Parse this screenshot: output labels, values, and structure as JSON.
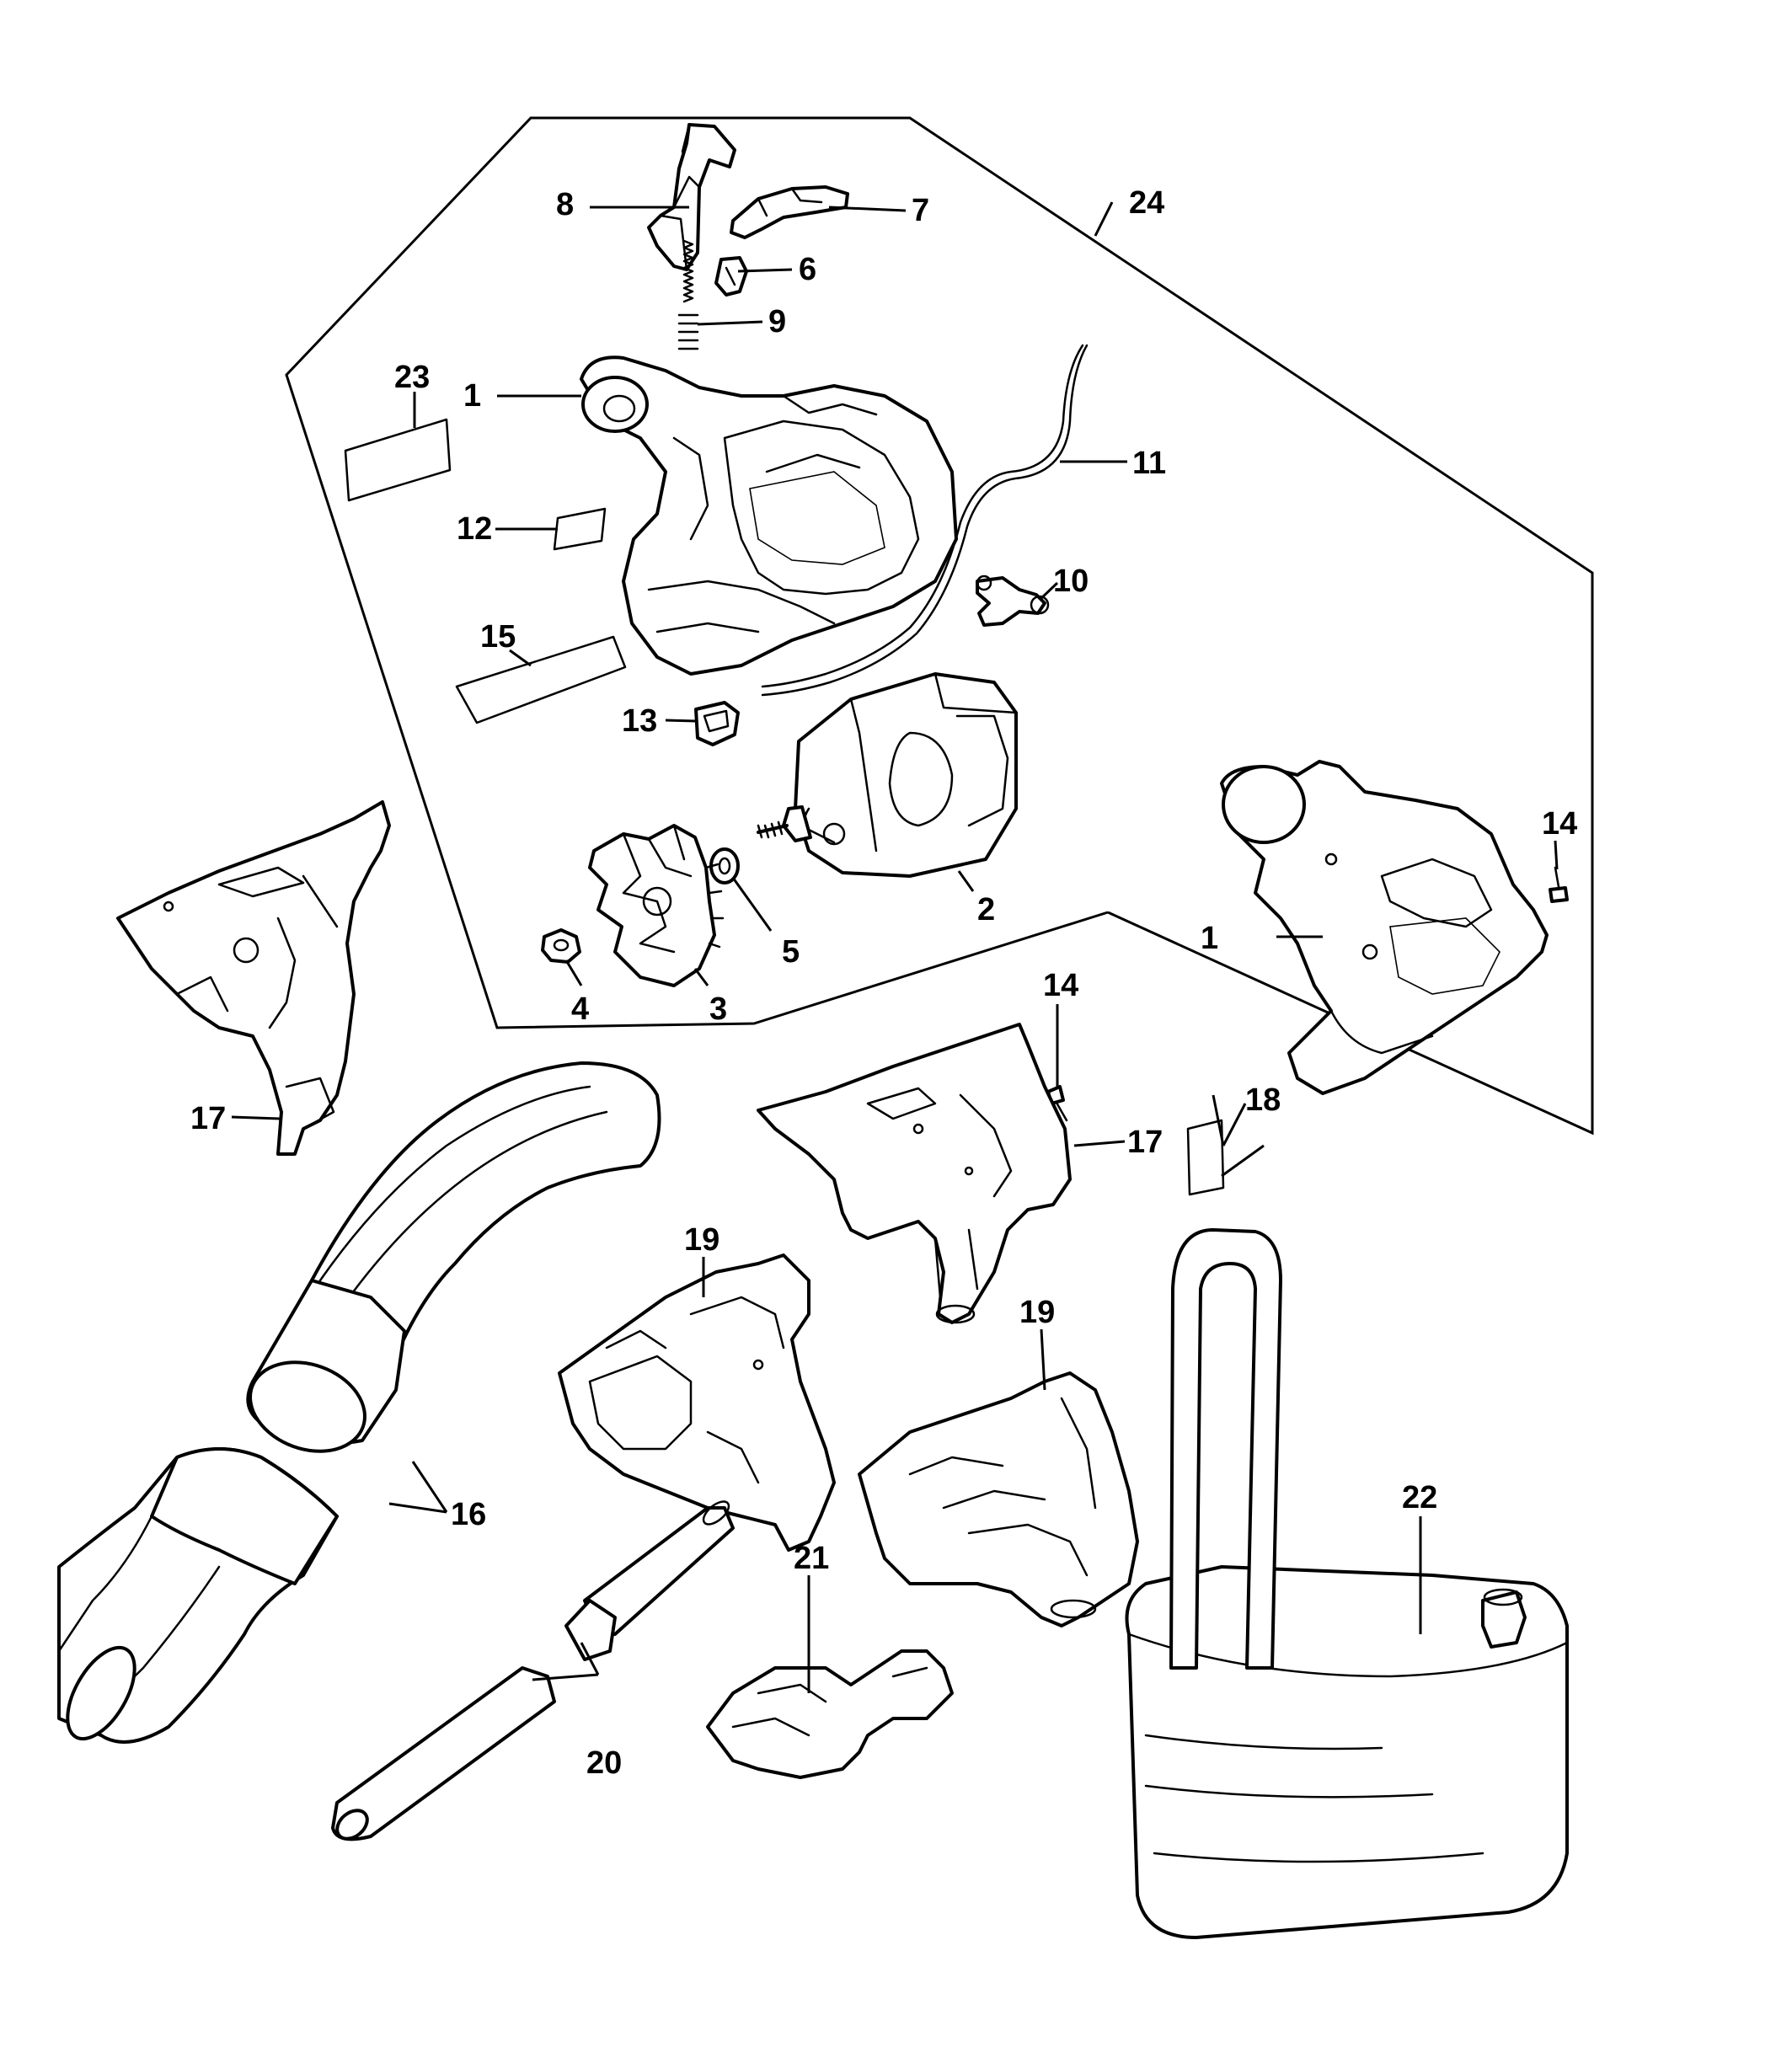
{
  "callouts": {
    "c1a": "1",
    "c1b": "1",
    "c2": "2",
    "c3": "3",
    "c4": "4",
    "c5": "5",
    "c6": "6",
    "c7": "7",
    "c8": "8",
    "c9": "9",
    "c10": "10",
    "c11": "11",
    "c12": "12",
    "c13": "13",
    "c14a": "14",
    "c14b": "14",
    "c15": "15",
    "c16": "16",
    "c17a": "17",
    "c17b": "17",
    "c18": "18",
    "c19a": "19",
    "c19b": "19",
    "c20": "20",
    "c21": "21",
    "c22": "22",
    "c23": "23",
    "c24": "24"
  }
}
